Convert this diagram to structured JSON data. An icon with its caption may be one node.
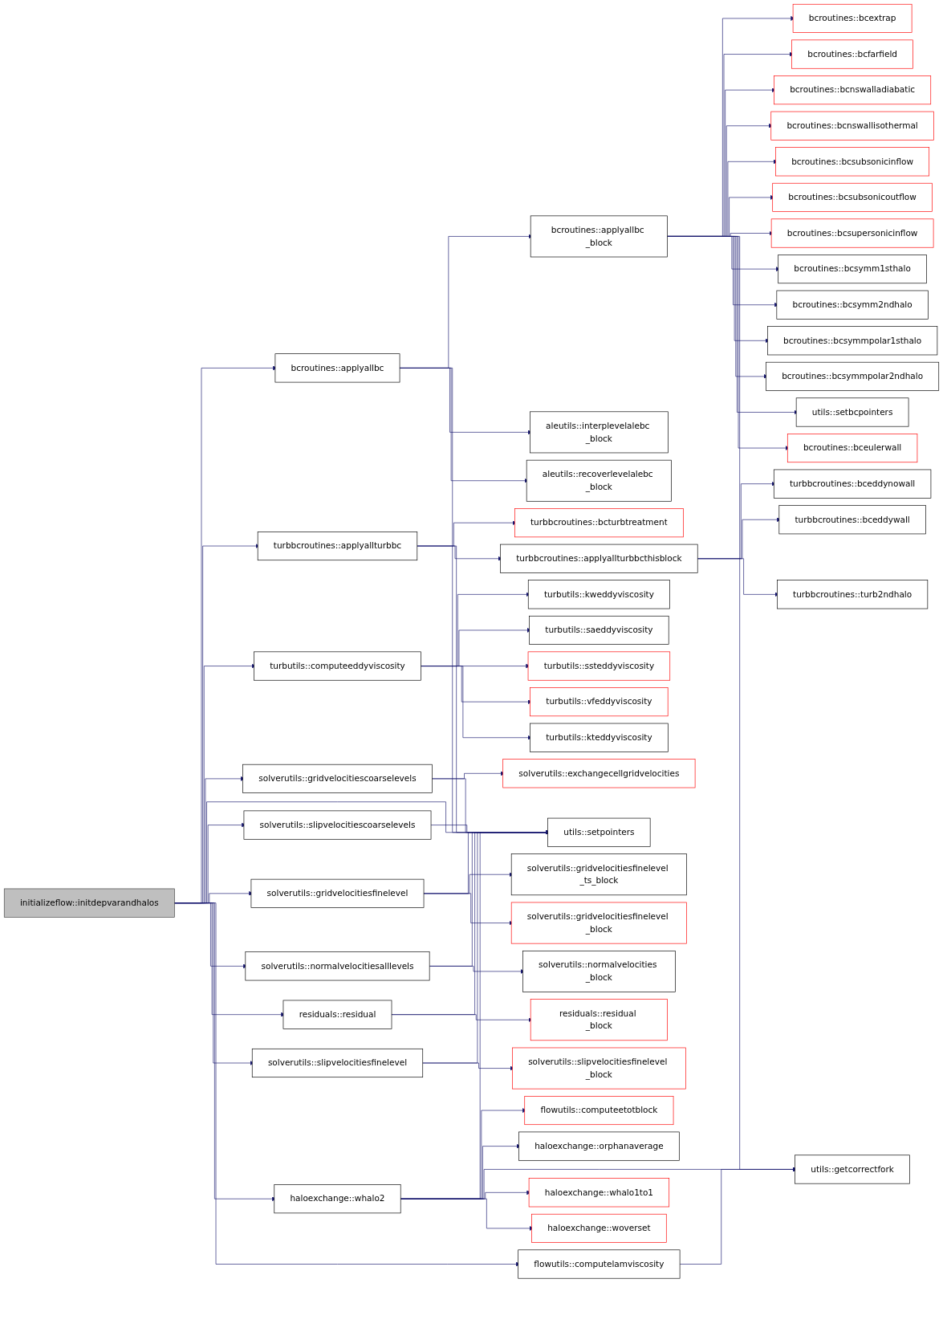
{
  "diagram": {
    "nodes": [
      {
        "text": [
          "initializeflow::initdepvarandhalos"
        ]
      },
      {
        "text": [
          "bcroutines::applyallbc"
        ]
      },
      {
        "text": [
          "turbbcroutines::applyallturbbc"
        ]
      },
      {
        "text": [
          "turbutils::computeeddyviscosity"
        ]
      },
      {
        "text": [
          "solverutils::gridvelocitiescoarselevels"
        ]
      },
      {
        "text": [
          "solverutils::slipvelocitiescoarselevels"
        ]
      },
      {
        "text": [
          "solverutils::gridvelocitiesfinelevel"
        ]
      },
      {
        "text": [
          "solverutils::normalvelocitiesalllevels"
        ]
      },
      {
        "text": [
          "residuals::residual"
        ]
      },
      {
        "text": [
          "solverutils::slipvelocitiesfinelevel"
        ]
      },
      {
        "text": [
          "haloexchange::whalo2"
        ]
      },
      {
        "text": [
          "flowutils::computelamviscosity"
        ]
      },
      {
        "text": [
          "bcroutines::applyallbc _block"
        ]
      },
      {
        "text": [
          "aleutils::interplevelalebc _block"
        ]
      },
      {
        "text": [
          "aleutils::recoverlevelalebc _block"
        ]
      },
      {
        "text": [
          "turbbcroutines::bcturbtreatment"
        ]
      },
      {
        "text": [
          "turbbcroutines::applyallturbbcthisblock"
        ]
      },
      {
        "text": [
          "turbutils::kweddyviscosity"
        ]
      },
      {
        "text": [
          "turbutils::saeddyviscosity"
        ]
      },
      {
        "text": [
          "turbutils::ssteddyviscosity"
        ]
      },
      {
        "text": [
          "turbutils::vfeddyviscosity"
        ]
      },
      {
        "text": [
          "turbutils::kteddyviscosity"
        ]
      },
      {
        "text": [
          "solverutils::exchangecellgridvelocities"
        ]
      },
      {
        "text": [
          "utils::setpointers"
        ]
      },
      {
        "text": [
          "solverutils::gridvelocitiesfinelevel _ts_block"
        ]
      },
      {
        "text": [
          "solverutils::gridvelocitiesfinelevel _block"
        ]
      },
      {
        "text": [
          "solverutils::normalvelocities _block"
        ]
      },
      {
        "text": [
          "residuals::residual _block"
        ]
      },
      {
        "text": [
          "solverutils::slipvelocitiesfinelevel _block"
        ]
      },
      {
        "text": [
          "flowutils::computeetotblock"
        ]
      },
      {
        "text": [
          "haloexchange::orphanaverage"
        ]
      },
      {
        "text": [
          "haloexchange::whalo1to1"
        ]
      },
      {
        "text": [
          "haloexchange::woverset"
        ]
      },
      {
        "text": [
          "bcroutines::bcextrap"
        ]
      },
      {
        "text": [
          "bcroutines::bcfarfield"
        ]
      },
      {
        "text": [
          "bcroutines::bcnswalladiabatic"
        ]
      },
      {
        "text": [
          "bcroutines::bcnswallisothermal"
        ]
      },
      {
        "text": [
          "bcroutines::bcsubsonicinflow"
        ]
      },
      {
        "text": [
          "bcroutines::bcsubsonicoutflow"
        ]
      },
      {
        "text": [
          "bcroutines::bcsupersonicinflow"
        ]
      },
      {
        "text": [
          "bcroutines::bcsymm1sthalo"
        ]
      },
      {
        "text": [
          "bcroutines::bcsymm2ndhalo"
        ]
      },
      {
        "text": [
          "bcroutines::bcsymmpolar1sthalo"
        ]
      },
      {
        "text": [
          "bcroutines::bcsymmpolar2ndhalo"
        ]
      },
      {
        "text": [
          "utils::setbcpointers"
        ]
      },
      {
        "text": [
          "bcroutines::bceulerwall"
        ]
      },
      {
        "text": [
          "turbbcroutines::bceddynowall"
        ]
      },
      {
        "text": [
          "turbbcroutines::bceddywall"
        ]
      },
      {
        "text": [
          "turbbcroutines::turb2ndhalo"
        ]
      },
      {
        "text": [
          "utils::getcorrectfork"
        ]
      }
    ],
    "edges": [
      {
        "from": 0,
        "to": 1,
        "arrow": "to"
      },
      {
        "from": 0,
        "to": 2,
        "arrow": "to"
      },
      {
        "from": 0,
        "to": 3,
        "arrow": "to"
      },
      {
        "from": 0,
        "to": 4,
        "arrow": "to"
      },
      {
        "from": 0,
        "to": 23,
        "arrow": "to"
      },
      {
        "from": 0,
        "to": 5,
        "arrow": "to"
      },
      {
        "from": 0,
        "to": 6,
        "arrow": "to"
      },
      {
        "from": 0,
        "to": 7,
        "arrow": "to"
      },
      {
        "from": 0,
        "to": 8,
        "arrow": "to"
      },
      {
        "from": 0,
        "to": 9,
        "arrow": "to"
      },
      {
        "from": 0,
        "to": 10,
        "arrow": "to"
      },
      {
        "from": 0,
        "to": 11,
        "arrow": "to"
      },
      {
        "from": 1,
        "to": 12,
        "arrow": "to"
      },
      {
        "from": 1,
        "to": 13,
        "arrow": "to"
      },
      {
        "from": 1,
        "to": 14,
        "arrow": "to"
      },
      {
        "from": 1,
        "to": 23,
        "arrow": "to"
      },
      {
        "from": 2,
        "to": 15,
        "arrow": "to"
      },
      {
        "from": 2,
        "to": 16,
        "arrow": "to"
      },
      {
        "from": 2,
        "to": 23,
        "arrow": "to"
      },
      {
        "from": 3,
        "to": 17,
        "arrow": "to"
      },
      {
        "from": 3,
        "to": 18,
        "arrow": "to"
      },
      {
        "from": 3,
        "to": 19,
        "arrow": "to"
      },
      {
        "from": 3,
        "to": 20,
        "arrow": "to"
      },
      {
        "from": 3,
        "to": 21,
        "arrow": "to"
      },
      {
        "from": 4,
        "to": 22,
        "arrow": "to"
      },
      {
        "from": 4,
        "to": 23,
        "arrow": "to"
      },
      {
        "from": 5,
        "to": 23,
        "arrow": "to"
      },
      {
        "from": 6,
        "to": 23,
        "arrow": "to"
      },
      {
        "from": 6,
        "to": 24,
        "arrow": "to"
      },
      {
        "from": 6,
        "to": 25,
        "arrow": "to"
      },
      {
        "from": 7,
        "to": 23,
        "arrow": "to"
      },
      {
        "from": 7,
        "to": 26,
        "arrow": "to"
      },
      {
        "from": 8,
        "to": 23,
        "arrow": "to"
      },
      {
        "from": 8,
        "to": 27,
        "arrow": "to"
      },
      {
        "from": 9,
        "to": 23,
        "arrow": "to"
      },
      {
        "from": 9,
        "to": 28,
        "arrow": "to"
      },
      {
        "from": 10,
        "to": 23,
        "arrow": "to"
      },
      {
        "from": 10,
        "to": 29,
        "arrow": "to"
      },
      {
        "from": 10,
        "to": 30,
        "arrow": "to"
      },
      {
        "from": 10,
        "to": 49,
        "arrow": "to"
      },
      {
        "from": 10,
        "to": 31,
        "arrow": "to"
      },
      {
        "from": 10,
        "to": 32,
        "arrow": "to"
      },
      {
        "from": 11,
        "to": 49,
        "arrow": "to"
      },
      {
        "from": 12,
        "to": 33,
        "arrow": "to"
      },
      {
        "from": 12,
        "to": 34,
        "arrow": "to"
      },
      {
        "from": 12,
        "to": 35,
        "arrow": "to"
      },
      {
        "from": 12,
        "to": 36,
        "arrow": "to"
      },
      {
        "from": 12,
        "to": 37,
        "arrow": "to"
      },
      {
        "from": 12,
        "to": 38,
        "arrow": "to"
      },
      {
        "from": 12,
        "to": 39,
        "arrow": "to"
      },
      {
        "from": 12,
        "to": 40,
        "arrow": "to"
      },
      {
        "from": 12,
        "to": 41,
        "arrow": "to"
      },
      {
        "from": 12,
        "to": 42,
        "arrow": "to"
      },
      {
        "from": 12,
        "to": 43,
        "arrow": "to"
      },
      {
        "from": 12,
        "to": 44,
        "arrow": "to"
      },
      {
        "from": 12,
        "to": 45,
        "arrow": "to"
      },
      {
        "from": 12,
        "to": 49,
        "arrow": "to"
      },
      {
        "from": 16,
        "to": 46,
        "arrow": "to"
      },
      {
        "from": 16,
        "to": 47,
        "arrow": "to"
      },
      {
        "from": 16,
        "to": 48,
        "arrow": "to"
      }
    ]
  }
}
